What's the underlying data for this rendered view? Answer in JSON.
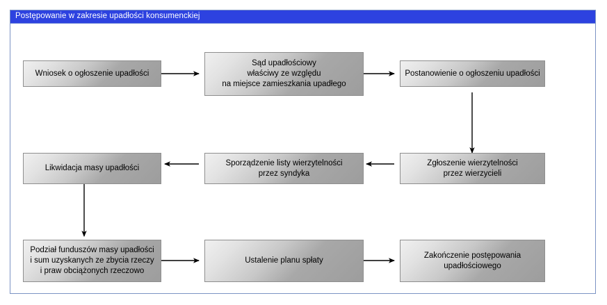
{
  "window": {
    "title": "Postępowanie w zakresie upadłości konsumenckiej"
  },
  "diagram": {
    "type": "flowchart",
    "nodes": [
      {
        "id": "n1",
        "label": "Wniosek o ogłoszenie upadłości"
      },
      {
        "id": "n2",
        "label": "Sąd upadłościowy\nwłaściwy ze względu\nna miejsce zamieszkania upadłego"
      },
      {
        "id": "n3",
        "label": "Postanowienie o ogłoszeniu upadłości"
      },
      {
        "id": "n4",
        "label": "Zgłoszenie wierzytelności\nprzez wierzycieli"
      },
      {
        "id": "n5",
        "label": "Sporządzenie listy wierzytelności\nprzez syndyka"
      },
      {
        "id": "n6",
        "label": "Likwidacja masy upadłości"
      },
      {
        "id": "n7",
        "label": "Podział funduszów masy upadłości\ni sum uzyskanych ze zbycia rzeczy\ni praw obciążonych rzeczowo"
      },
      {
        "id": "n8",
        "label": "Ustalenie planu spłaty"
      },
      {
        "id": "n9",
        "label": "Zakończenie postępowania\nupadłościowego"
      }
    ],
    "edges": [
      {
        "from": "n1",
        "to": "n2",
        "direction": "right"
      },
      {
        "from": "n2",
        "to": "n3",
        "direction": "right"
      },
      {
        "from": "n3",
        "to": "n4",
        "direction": "down"
      },
      {
        "from": "n4",
        "to": "n5",
        "direction": "left"
      },
      {
        "from": "n5",
        "to": "n6",
        "direction": "left"
      },
      {
        "from": "n6",
        "to": "n7",
        "direction": "down"
      },
      {
        "from": "n7",
        "to": "n8",
        "direction": "right"
      },
      {
        "from": "n8",
        "to": "n9",
        "direction": "right"
      }
    ],
    "colors": {
      "titlebar": "#2d42e0",
      "titlebar_text": "#ffffff",
      "node_border": "#8e8e8e",
      "node_fill_light": "#f0f0f0",
      "node_fill_dark": "#9d9d9d",
      "connector": "#000000",
      "window_border": "#7b93c4",
      "background": "#ffffff"
    }
  }
}
